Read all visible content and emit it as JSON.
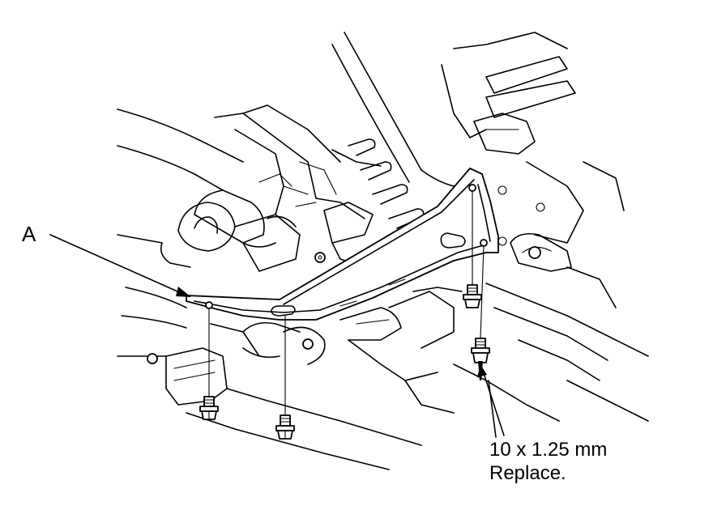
{
  "labels": {
    "part_a": "A",
    "bolt_spec": "10 x 1.25 mm",
    "bolt_note": "Replace."
  },
  "colors": {
    "line": "#000000",
    "background": "#ffffff"
  }
}
